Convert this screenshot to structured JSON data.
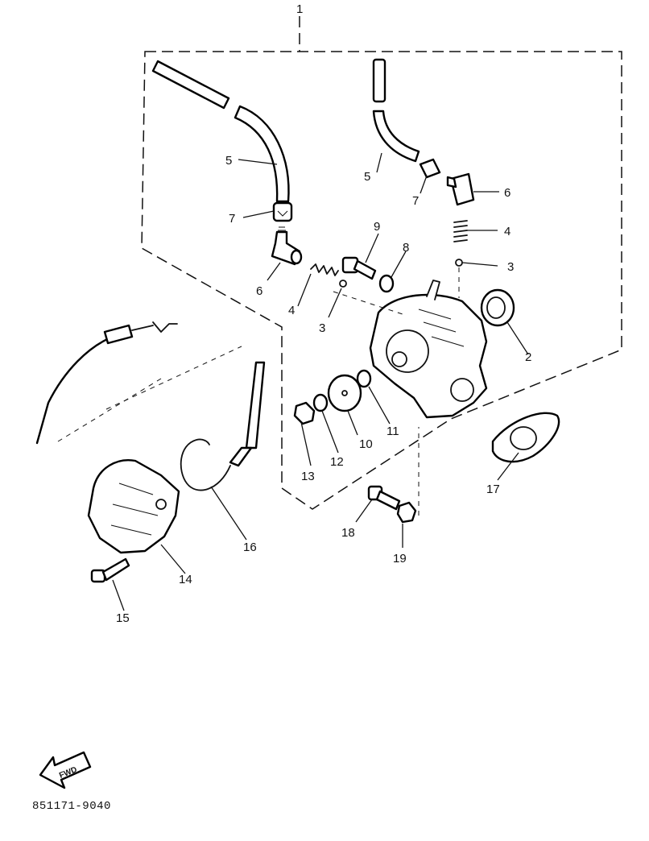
{
  "drawing_number": "851171-9040",
  "fwd_label": "FWD",
  "callouts": {
    "c1": "1",
    "c2": "2",
    "c3a": "3",
    "c3b": "3",
    "c4a": "4",
    "c4b": "4",
    "c5a": "5",
    "c5b": "5",
    "c6a": "6",
    "c6b": "6",
    "c7a": "7",
    "c7b": "7",
    "c8": "8",
    "c9": "9",
    "c10": "10",
    "c11": "11",
    "c12": "12",
    "c13": "13",
    "c14": "14",
    "c15": "15",
    "c16": "16",
    "c17": "17",
    "c18": "18",
    "c19": "19"
  },
  "colors": {
    "ink": "#111111",
    "paper": "#ffffff"
  }
}
